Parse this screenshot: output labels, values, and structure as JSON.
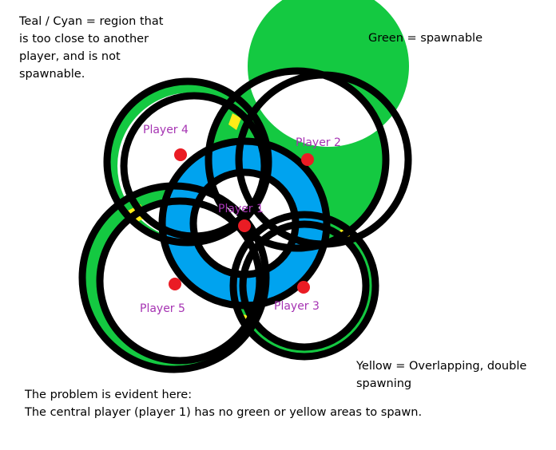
{
  "legend": {
    "teal_line1": "Teal / Cyan = region that",
    "teal_line2": "is too close to another",
    "teal_line3": "player, and is not",
    "teal_line4": "spawnable.",
    "green": "Green = spawnable",
    "yellow_line1": "Yellow = Overlapping, double",
    "yellow_line2": "spawning"
  },
  "problem": {
    "line1": "The problem is evident here:",
    "line2": "The central player (player 1) has no green or yellow areas to spawn."
  },
  "players": [
    {
      "id": "p1",
      "label": "Player 1"
    },
    {
      "id": "p2",
      "label": "Player 2"
    },
    {
      "id": "p3",
      "label": "Player 3"
    },
    {
      "id": "p4",
      "label": "Player 4"
    },
    {
      "id": "p5",
      "label": "Player 5"
    }
  ],
  "colors": {
    "spawnable": "#14c941",
    "too_close": "#00a3ef",
    "overlap": "#ffec18",
    "ring_outline": "#000000",
    "player_dot": "#ea1c24",
    "player_label": "#a634b3"
  }
}
